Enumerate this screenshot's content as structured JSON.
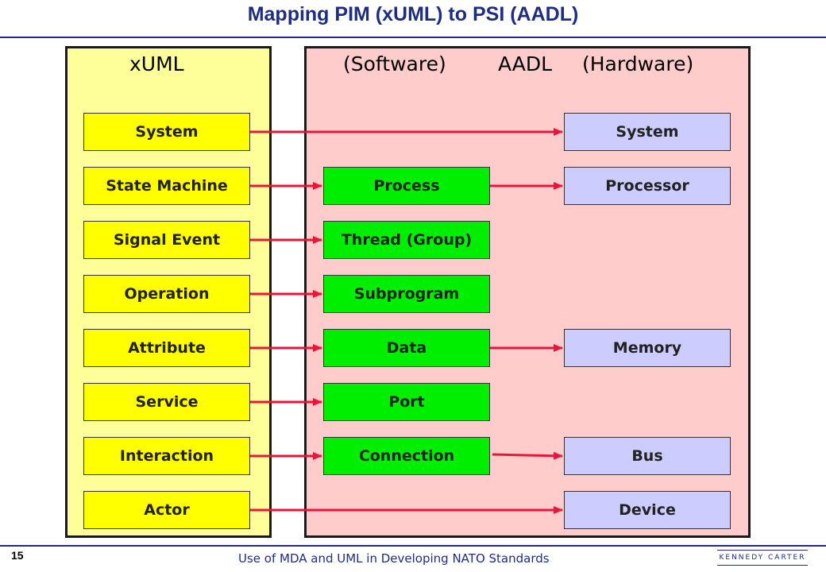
{
  "title": "Mapping PIM (xUML) to PSI (AADL)",
  "headers": {
    "xuml": "xUML",
    "software": "(Software)",
    "aadl": "AADL",
    "hardware": "(Hardware)"
  },
  "xuml_items": [
    "System",
    "State Machine",
    "Signal Event",
    "Operation",
    "Attribute",
    "Service",
    "Interaction",
    "Actor"
  ],
  "software_items": [
    "Process",
    "Thread (Group)",
    "Subprogram",
    "Data",
    "Port",
    "Connection"
  ],
  "hardware_items": [
    "System",
    "Processor",
    "Memory",
    "Bus",
    "Device"
  ],
  "footer": {
    "page_number": "15",
    "text": "Use of MDA and UML in Developing NATO Standards",
    "logo": "KENNEDY CARTER"
  },
  "colors": {
    "title": "#1f2d80",
    "xuml_panel": "#ffff99",
    "aadl_panel": "#ffcccc",
    "xuml_box": "#ffff00",
    "software_box": "#00ee00",
    "hardware_box": "#ccccff",
    "arrow": "#e8173a"
  }
}
